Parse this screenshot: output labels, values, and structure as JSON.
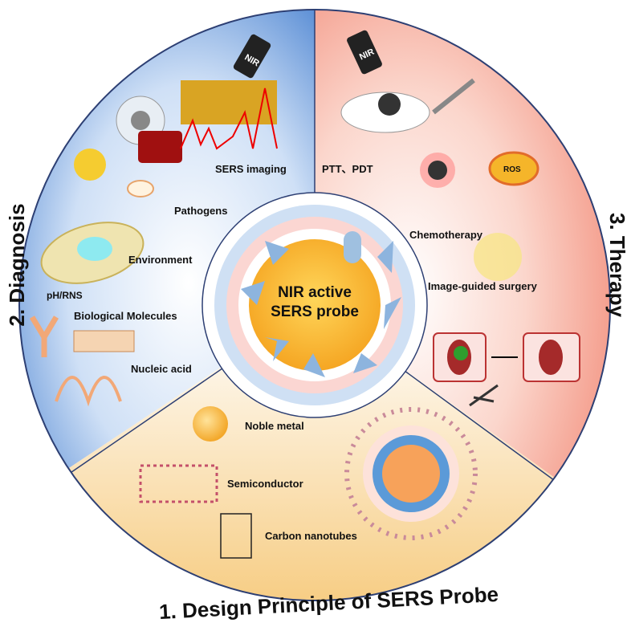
{
  "center": {
    "line1": "NIR active",
    "line2": "SERS probe"
  },
  "sections": {
    "design": {
      "title": "1. Design Principle of SERS Probe",
      "items": [
        "Noble metal",
        "Semiconductor",
        "Carbon nanotubes"
      ]
    },
    "diagnosis": {
      "title": "2. Diagnosis",
      "items": [
        "SERS imaging",
        "Pathogens",
        "Environment",
        "pH/RNS",
        "Biological Molecules",
        "Nucleic acid"
      ]
    },
    "therapy": {
      "title": "3. Therapy",
      "items": [
        "PTT、PDT",
        "ROS",
        "Chemotherapy",
        "Image-guided surgery"
      ]
    }
  },
  "labels": {
    "nir": "NIR"
  },
  "colors": {
    "diagnosis": "#5b8fd6",
    "therapy": "#f39a8a",
    "design": "#f7d38a",
    "core": "#f8b42c",
    "border": "#2d3f73"
  }
}
